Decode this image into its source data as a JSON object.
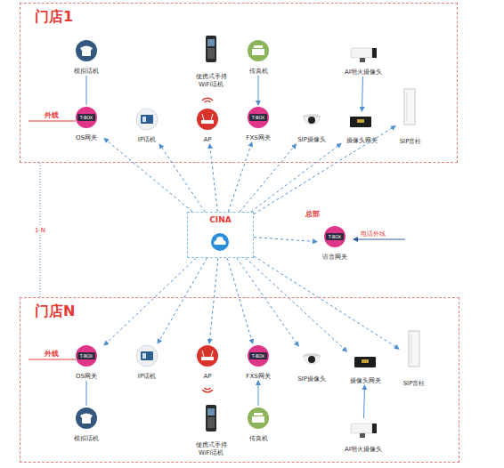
{
  "diagram": {
    "nodes": [
      {
        "text": [
          "门店1"
        ]
      },
      {
        "text": [
          "模拟话机"
        ],
        "in": 0
      },
      {
        "text": [
          "便携式手持 WiFi话机"
        ],
        "in": 0
      },
      {
        "text": [
          "传真机"
        ],
        "in": 0
      },
      {
        "text": [
          "AI明火摄像头"
        ],
        "in": 0
      },
      {
        "text": [
          "OS网关"
        ],
        "in": 0
      },
      {
        "text": [
          "IP话机"
        ],
        "in": 0
      },
      {
        "text": [
          "AP"
        ],
        "in": 0
      },
      {
        "text": [
          "FXS网关"
        ],
        "in": 0
      },
      {
        "text": [
          "SIP摄像头"
        ],
        "in": 0
      },
      {
        "text": [
          "摄像头网关"
        ],
        "in": 0
      },
      {
        "text": [
          "SIP音柱"
        ],
        "in": 0
      },
      {
        "text": [
          "CINA"
        ]
      },
      {
        "text": [
          "语音网关"
        ]
      },
      {
        "text": [
          "门店N"
        ]
      },
      {
        "text": [
          "OS网关"
        ],
        "in": 14
      },
      {
        "text": [
          "IP话机"
        ],
        "in": 14
      },
      {
        "text": [
          "AP"
        ],
        "in": 14
      },
      {
        "text": [
          "FXS网关"
        ],
        "in": 14
      },
      {
        "text": [
          "SIP摄像头"
        ],
        "in": 14
      },
      {
        "text": [
          "摄像头网关"
        ],
        "in": 14
      },
      {
        "text": [
          "SIP音柱"
        ],
        "in": 14
      },
      {
        "text": [
          "模拟话机"
        ],
        "in": 14
      },
      {
        "text": [
          "便携式手持 WiFi话机"
        ],
        "in": 14
      },
      {
        "text": [
          "传真机"
        ],
        "in": 14
      },
      {
        "text": [
          "AI明火摄像头"
        ],
        "in": 14
      }
    ],
    "edges": [
      {
        "from": 12,
        "to": 5,
        "arrow": "to"
      },
      {
        "from": 12,
        "to": 6,
        "arrow": "to"
      },
      {
        "from": 12,
        "to": 7,
        "arrow": "to"
      },
      {
        "from": 12,
        "to": 8,
        "arrow": "to"
      },
      {
        "from": 12,
        "to": 9,
        "arrow": "to"
      },
      {
        "from": 12,
        "to": 10,
        "arrow": "to"
      },
      {
        "from": 12,
        "to": 11,
        "arrow": "to"
      },
      {
        "from": 12,
        "to": 13,
        "arrow": "to"
      },
      {
        "from": 12,
        "to": 15,
        "arrow": "to"
      },
      {
        "from": 12,
        "to": 16,
        "arrow": "to"
      },
      {
        "from": 12,
        "to": 17,
        "arrow": "to"
      },
      {
        "from": 12,
        "to": 18,
        "arrow": "to"
      },
      {
        "from": 12,
        "to": 19,
        "arrow": "to"
      },
      {
        "from": 12,
        "to": 20,
        "arrow": "to"
      },
      {
        "from": 12,
        "to": 21,
        "arrow": "to"
      },
      {
        "from": 1,
        "to": 5,
        "arrow": "none"
      },
      {
        "from": 3,
        "to": 8,
        "arrow": "to"
      },
      {
        "from": 4,
        "to": 10,
        "arrow": "to"
      },
      {
        "from": 22,
        "to": 15,
        "arrow": "none"
      },
      {
        "from": 24,
        "to": 18,
        "arrow": "to"
      },
      {
        "from": 25,
        "to": 20,
        "arrow": "to"
      },
      {
        "from": 0,
        "to": 14,
        "label": "1-N",
        "arrow": "none"
      }
    ],
    "labels": [
      "外线",
      "T-BOX",
      "T-BOX",
      "总部",
      "电话外线",
      "T-BOX",
      "外线",
      "T-BOX",
      "T-BOX"
    ]
  }
}
